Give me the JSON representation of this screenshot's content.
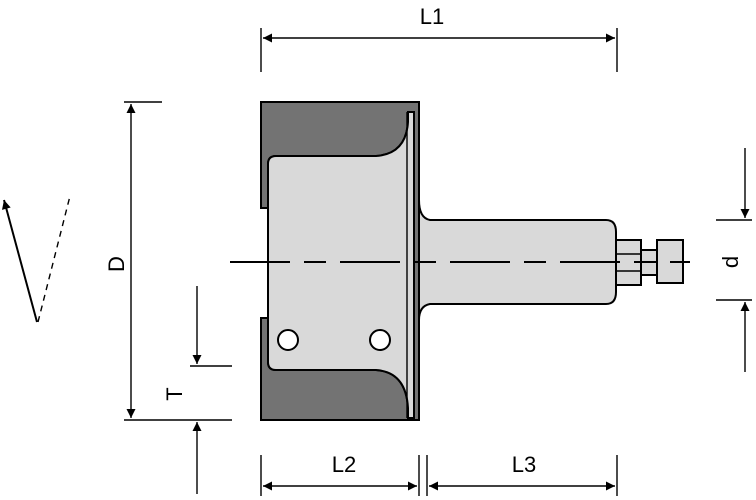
{
  "labels": {
    "L1": "L1",
    "L2": "L2",
    "L3": "L3",
    "D": "D",
    "d": "d",
    "T": "T"
  },
  "colors": {
    "cutter_body": "#737373",
    "shank": "#d9d9d9",
    "line": "#000000"
  }
}
